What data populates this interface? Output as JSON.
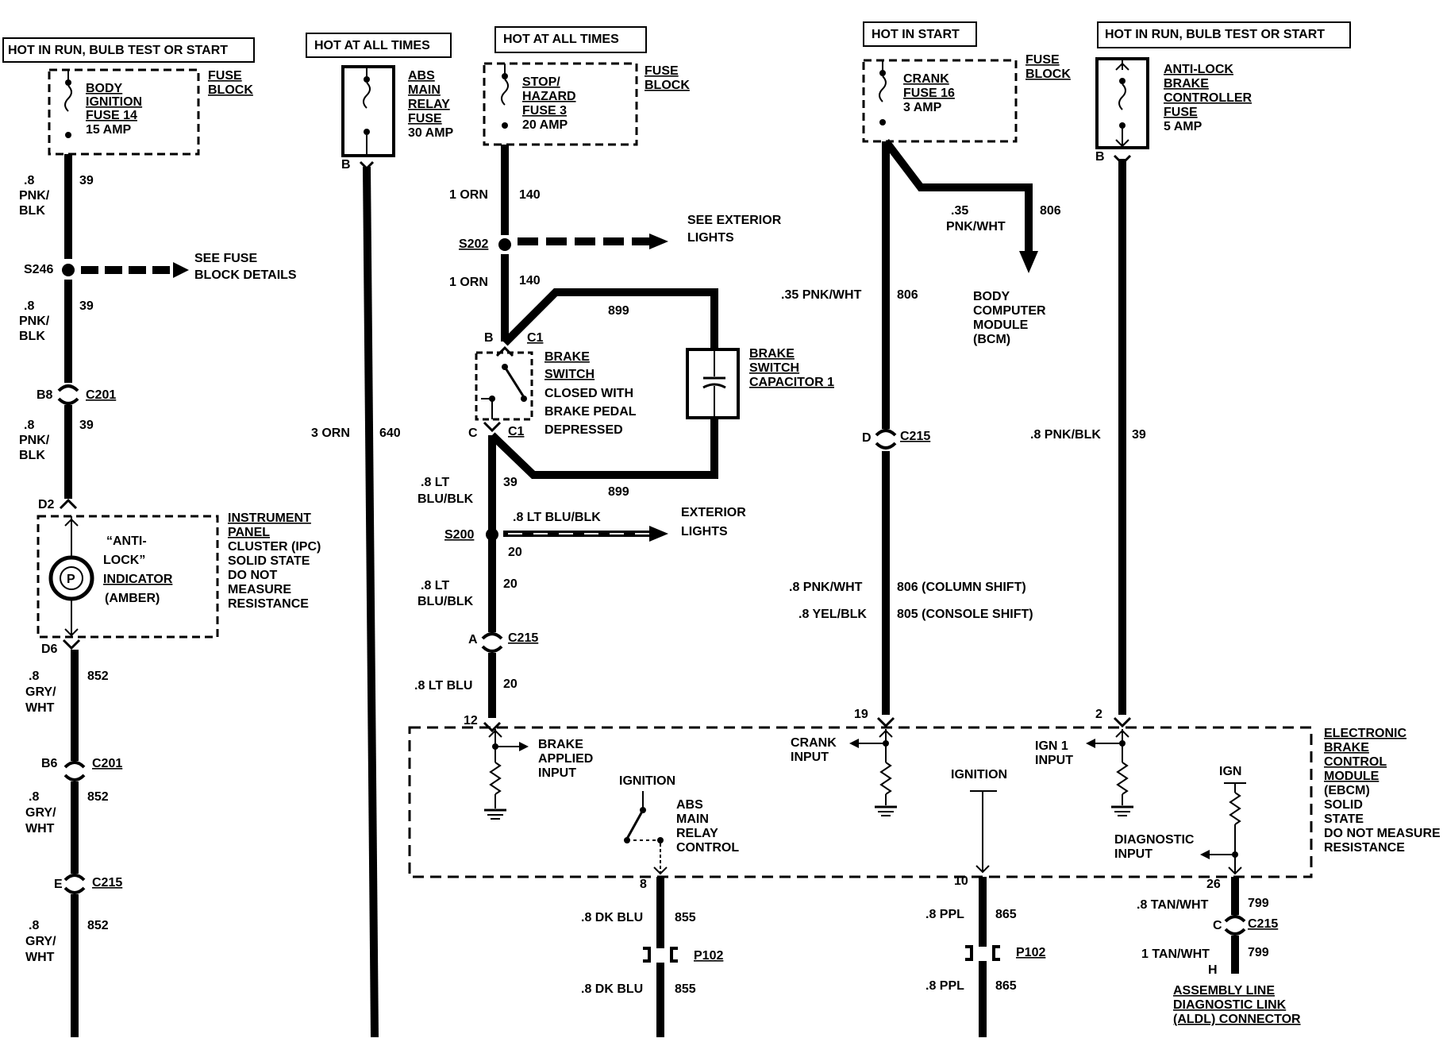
{
  "headers": {
    "col1": "HOT IN RUN, BULB TEST OR START",
    "col2": "HOT AT ALL TIMES",
    "col3": "HOT AT ALL TIMES",
    "col4": "HOT IN START",
    "col5": "HOT IN RUN, BULB TEST OR START"
  },
  "fuse_block_label": [
    "FUSE",
    "BLOCK"
  ],
  "fuses": {
    "body_ign": [
      "BODY",
      "IGNITION",
      "FUSE 14",
      "15 AMP"
    ],
    "abs_main": [
      "ABS",
      "MAIN",
      "RELAY",
      "FUSE",
      "30 AMP"
    ],
    "stop_haz": [
      "STOP/",
      "HAZARD",
      "FUSE 3",
      "20 AMP"
    ],
    "crank": [
      "CRANK",
      "FUSE 16",
      "3 AMP"
    ],
    "antilock": [
      "ANTI-LOCK",
      "BRAKE",
      "CONTROLLER",
      "FUSE",
      "5 AMP"
    ]
  },
  "col1": {
    "wire_a": [
      ".8",
      "PNK/",
      "BLK"
    ],
    "circuit_a": "39",
    "splice": "S246",
    "splice_ref": [
      "SEE FUSE",
      "BLOCK DETAILS"
    ],
    "wire_b": [
      ".8",
      "PNK/",
      "BLK"
    ],
    "circuit_b": "39",
    "conn1_pin": "B8",
    "conn1": "C201",
    "wire_c": [
      ".8",
      "PNK/",
      "BLK"
    ],
    "circuit_c": "39",
    "pin_d2": "D2",
    "indicator": [
      "“ANTI-",
      "LOCK”",
      "INDICATOR",
      "(AMBER)"
    ],
    "ipc": [
      "INSTRUMENT",
      "PANEL",
      "CLUSTER (IPC)",
      "SOLID STATE",
      "DO NOT",
      "MEASURE",
      "RESISTANCE"
    ],
    "pin_d6": "D6",
    "wire_d": [
      ".8",
      "GRY/",
      "WHT"
    ],
    "circuit_d": "852",
    "conn2_pin": "B6",
    "conn2": "C201",
    "wire_e": [
      ".8",
      "GRY/",
      "WHT"
    ],
    "circuit_e": "852",
    "conn3_pin": "E",
    "conn3": "C215",
    "wire_f": [
      ".8",
      "GRY/",
      "WHT"
    ],
    "circuit_f": "852"
  },
  "col2": {
    "pin": "B",
    "wire": "3 ORN",
    "circuit": "640"
  },
  "col3": {
    "wire_a": "1 ORN",
    "circuit_a": "140",
    "splice1": "S202",
    "splice1_ref": [
      "SEE EXTERIOR",
      "LIGHTS"
    ],
    "wire_b": "1 ORN",
    "circuit_b": "140",
    "circuit_899": "899",
    "pin_b": "B",
    "conn_c1_top": "C1",
    "switch": [
      "BRAKE",
      "SWITCH",
      "CLOSED WITH",
      "BRAKE PEDAL",
      "DEPRESSED"
    ],
    "capacitor": [
      "BRAKE",
      "SWITCH",
      "CAPACITOR 1"
    ],
    "pin_c": "C",
    "conn_c1_bot": "C1",
    "circuit_899b": "899",
    "wire_c": [
      ".8 LT",
      "BLU/BLK"
    ],
    "circuit_c": "39",
    "splice2": "S200",
    "splice2_wire": ".8 LT BLU/BLK",
    "splice2_circuit": "20",
    "splice2_ref": [
      "EXTERIOR",
      "LIGHTS"
    ],
    "wire_d": [
      ".8 LT",
      "BLU/BLK"
    ],
    "circuit_d": "20",
    "conn_pin": "A",
    "conn": "C215",
    "wire_e": ".8 LT BLU",
    "circuit_e": "20",
    "pin_12": "12"
  },
  "col4": {
    "branch_wire": [
      ".35",
      "PNK/WHT"
    ],
    "branch_circuit": "806",
    "bcm": [
      "BODY",
      "COMPUTER",
      "MODULE",
      "(BCM)"
    ],
    "wire_a": ".35 PNK/WHT",
    "circuit_a": "806",
    "conn_pin": "D",
    "conn": "C215",
    "wire_b1": ".8 PNK/WHT",
    "circuit_b1": "806 (COLUMN SHIFT)",
    "wire_b2": ".8 YEL/BLK",
    "circuit_b2": "805 (CONSOLE SHIFT)",
    "pin_19": "19"
  },
  "col5": {
    "pin": "B",
    "wire": ".8 PNK/BLK",
    "circuit": "39",
    "pin_2": "2"
  },
  "ebcm": {
    "title": [
      "ELECTRONIC",
      "BRAKE",
      "CONTROL",
      "MODULE",
      "(EBCM)",
      "SOLID",
      "STATE",
      "DO NOT MEASURE",
      "RESISTANCE"
    ],
    "brake_input": [
      "BRAKE",
      "APPLIED",
      "INPUT"
    ],
    "crank_input": [
      "CRANK",
      "INPUT"
    ],
    "ign1_input": [
      "IGN 1",
      "INPUT"
    ],
    "ignition1": "IGNITION",
    "ignition2": "IGNITION",
    "ign": "IGN",
    "abs_relay": [
      "ABS",
      "MAIN",
      "RELAY",
      "CONTROL"
    ],
    "diag_input": [
      "DIAGNOSTIC",
      "INPUT"
    ]
  },
  "bottom": {
    "pin_8": "8",
    "wire_855a": ".8 DK BLU",
    "circuit_855a": "855",
    "p102a": "P102",
    "wire_855b": ".8 DK BLU",
    "circuit_855b": "855",
    "pin_10": "10",
    "wire_865a": ".8 PPL",
    "circuit_865a": "865",
    "p102b": "P102",
    "wire_865b": ".8 PPL",
    "circuit_865b": "865",
    "pin_26": "26",
    "wire_799a": ".8 TAN/WHT",
    "circuit_799a": "799",
    "conn_pin": "C",
    "conn": "C215",
    "wire_799b": "1 TAN/WHT",
    "circuit_799b": "799",
    "pin_h": "H",
    "aldl": [
      "ASSEMBLY LINE",
      "DIAGNOSTIC LINK",
      "(ALDL) CONNECTOR"
    ]
  }
}
